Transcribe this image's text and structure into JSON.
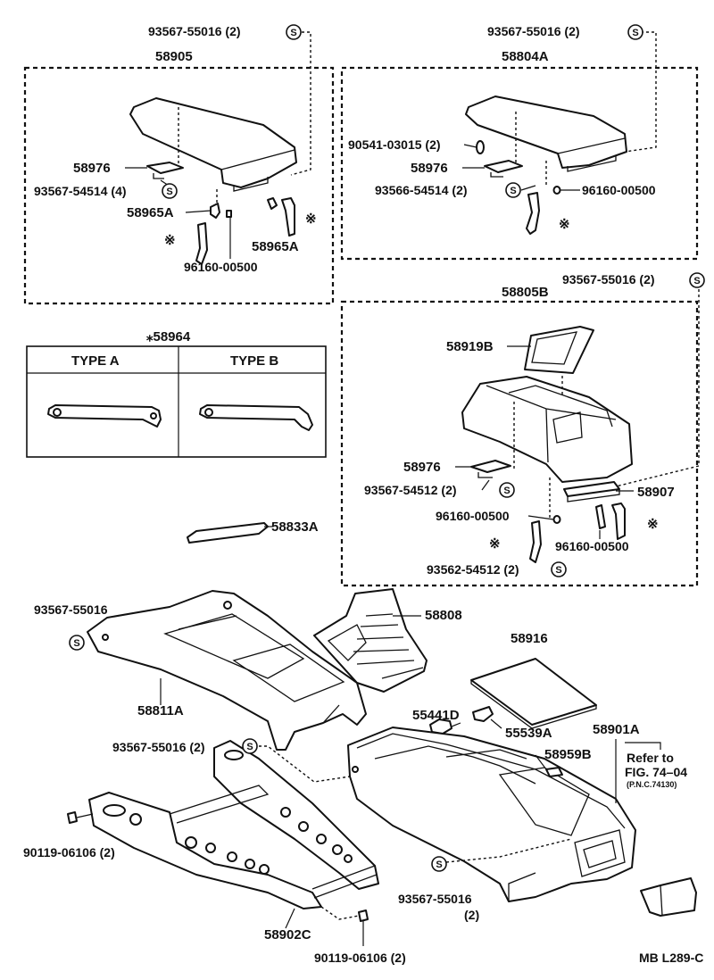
{
  "labels": {
    "top_left_fastener": "93567-55016 (2)",
    "top_right_fastener": "93567-55016 (2)",
    "armrest_a": "58905",
    "armrest_b": "58804A",
    "hinge_a": "58976",
    "screw_a": "93567-54514 (4)",
    "spring_a_left": "58965A",
    "spring_a_right": "58965A",
    "clip_a": "96160-00500",
    "clip_bolt_b": "90541-03015 (2)",
    "hinge_b": "58976",
    "screw_b": "93566-54514 (2)",
    "clip_b": "96160-00500",
    "type_group": "⁎58964",
    "type_a": "TYPE A",
    "type_b": "TYPE B",
    "mid_right_fastener": "93567-55016 (2)",
    "console_box": "58805B",
    "insert": "58919B",
    "hinge_c": "58976",
    "screw_c": "93567-54512 (2)",
    "pad": "58907",
    "clip_c_left": "96160-00500",
    "clip_c_right": "96160-00500",
    "screw_c2": "93562-54512 (2)",
    "strip": "58833A",
    "upper_panel_fastener": "93567-55016",
    "boot": "58808",
    "upper_panel": "58811A",
    "mat": "58916",
    "cap_a": "55441D",
    "cap_b": "55539A",
    "lower_console": "58901A",
    "plate": "58959B",
    "mid_fastener": "93567-55016 (2)",
    "ref_line1": "Refer to",
    "ref_line2": "FIG. 74–04",
    "ref_line3": "(P.N.C.74130)",
    "bolt_left": "90119-06106 (2)",
    "lower_fastener_1": "93567-55016",
    "lower_fastener_2": "(2)",
    "bracket": "58902C",
    "bolt_bottom": "90119-06106 (2)",
    "diagram_code": "MB L289-C"
  },
  "symbols": {
    "s_mark": "S",
    "asterisk": "※"
  }
}
